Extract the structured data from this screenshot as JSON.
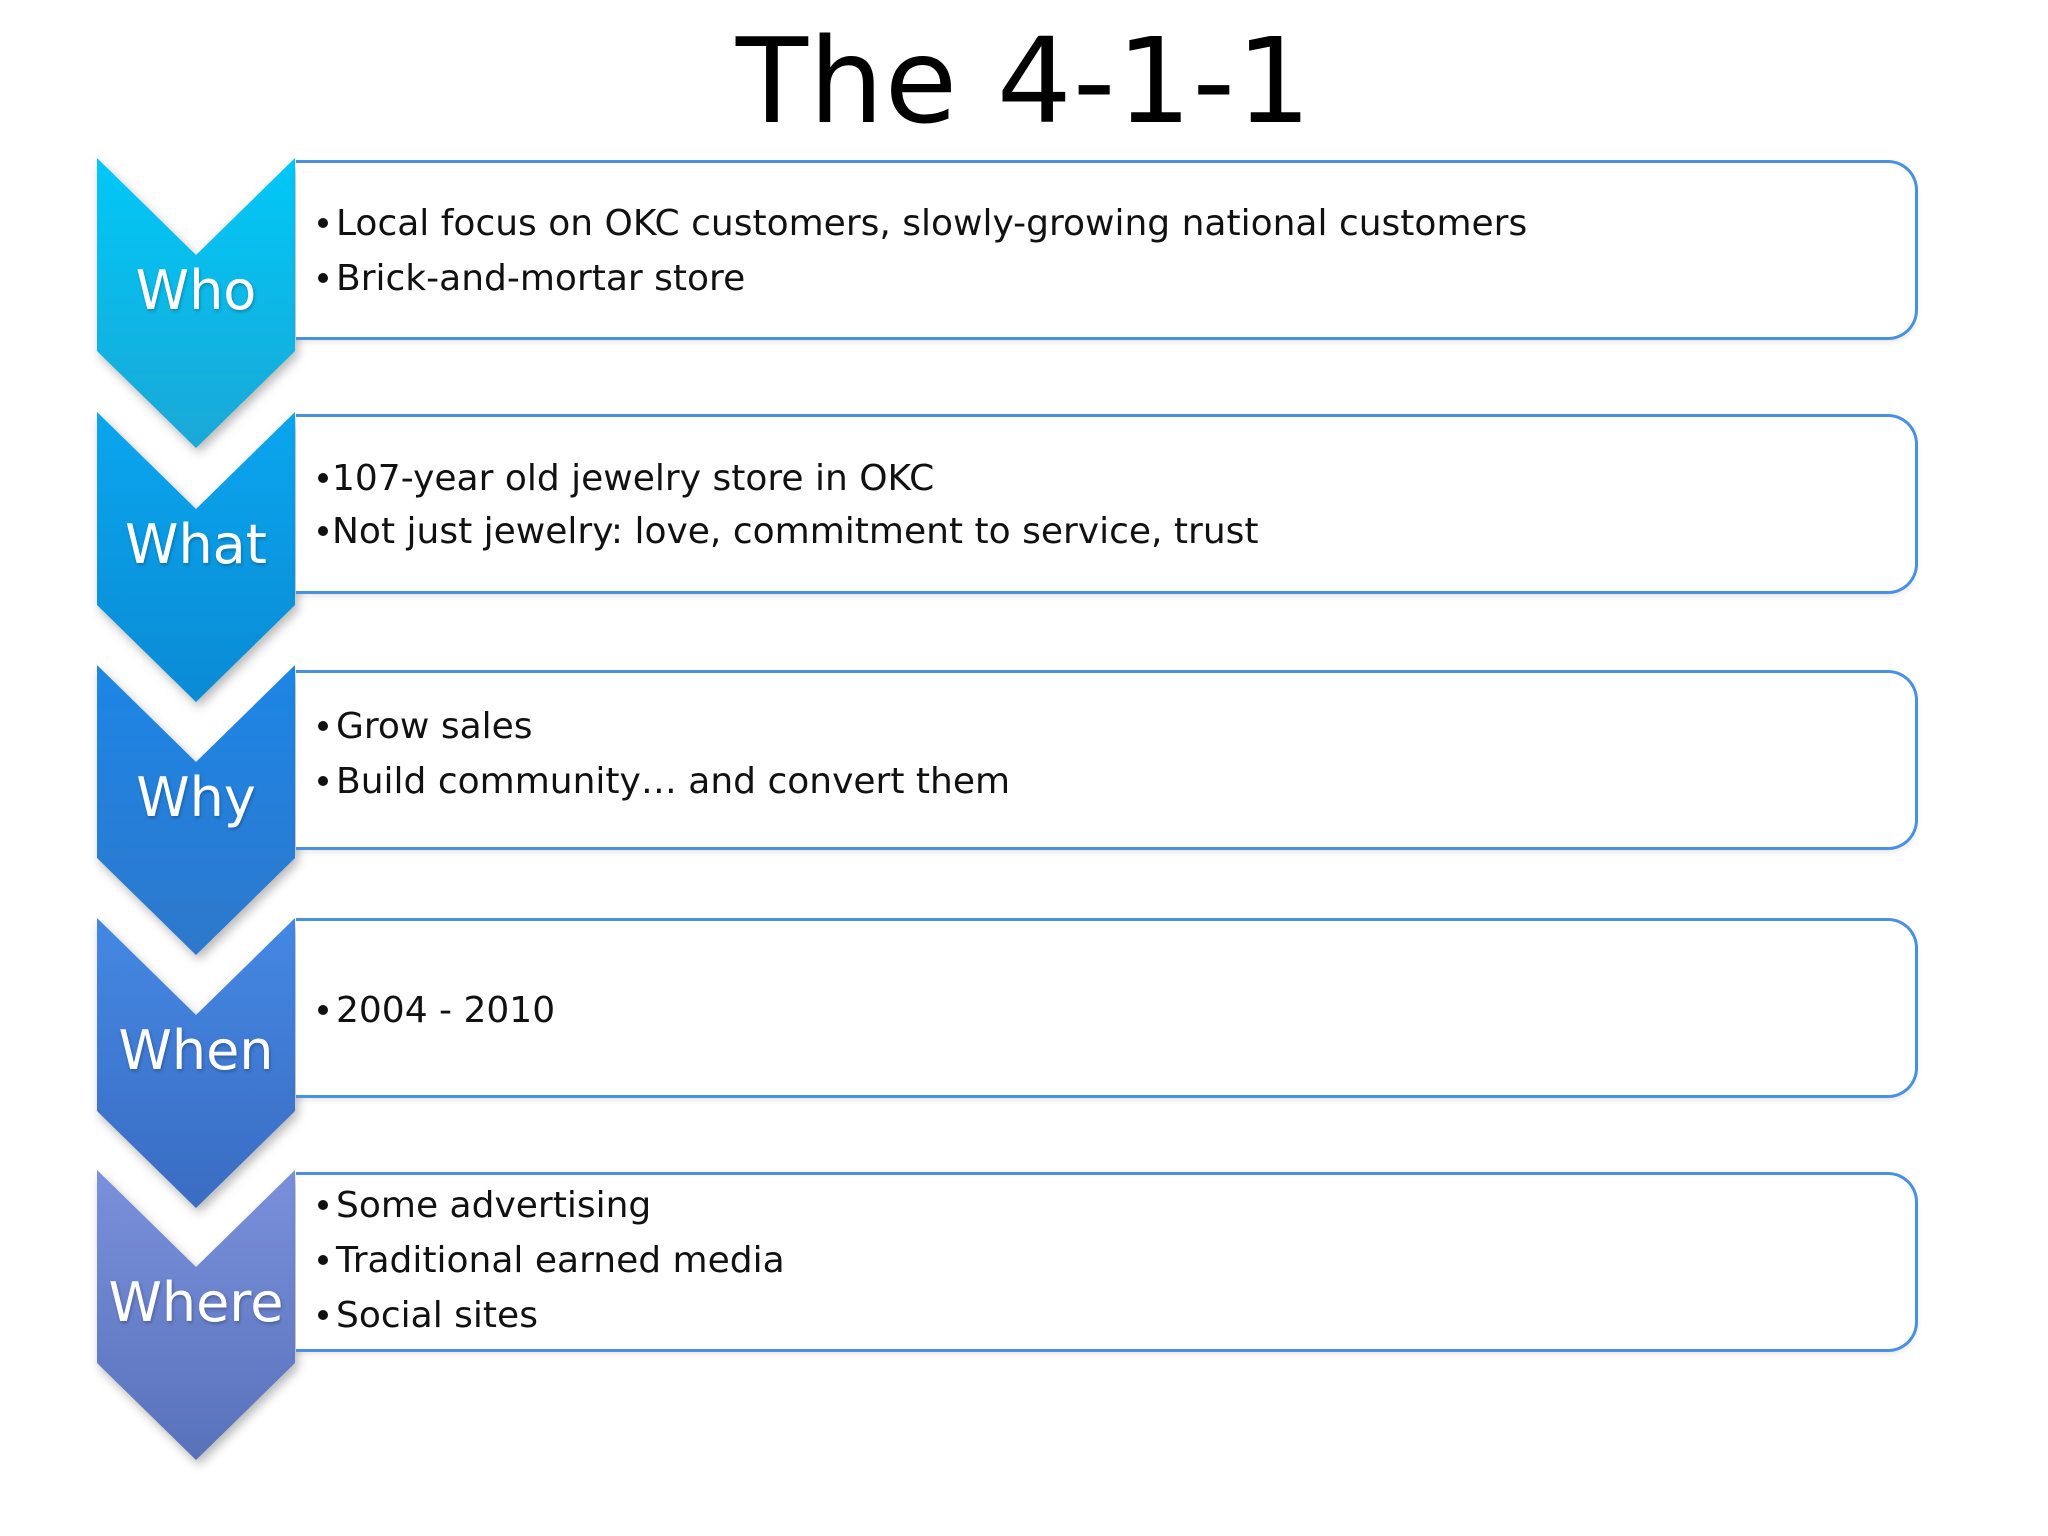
{
  "title": "The 4-1-1",
  "rows": [
    {
      "label": "Who",
      "colors": {
        "top": "#00c8f8",
        "bottom": "#1aa8d6"
      },
      "bullets": [
        "Local focus on OKC customers, slowly-growing national customers",
        "Brick-and-mortar store"
      ]
    },
    {
      "label": "What",
      "colors": {
        "top": "#0aa6ef",
        "bottom": "#0a8bd4"
      },
      "bullets": [
        "107-year old jewelry store in OKC",
        "Not just jewelry: love, commitment to service, trust"
      ]
    },
    {
      "label": "Why",
      "colors": {
        "top": "#1c86e6",
        "bottom": "#2e78cc"
      },
      "bullets": [
        "Grow sales",
        "Build community… and convert them"
      ]
    },
    {
      "label": "When",
      "colors": {
        "top": "#4488e4",
        "bottom": "#3a6cc2"
      },
      "bullets": [
        "2004 - 2010"
      ]
    },
    {
      "label": "Where",
      "colors": {
        "top": "#7a90dc",
        "bottom": "#5872ba"
      },
      "bullets": [
        "Some advertising",
        "Traditional earned media",
        "Social sites"
      ]
    }
  ],
  "box_border_color": "#4a90e2"
}
